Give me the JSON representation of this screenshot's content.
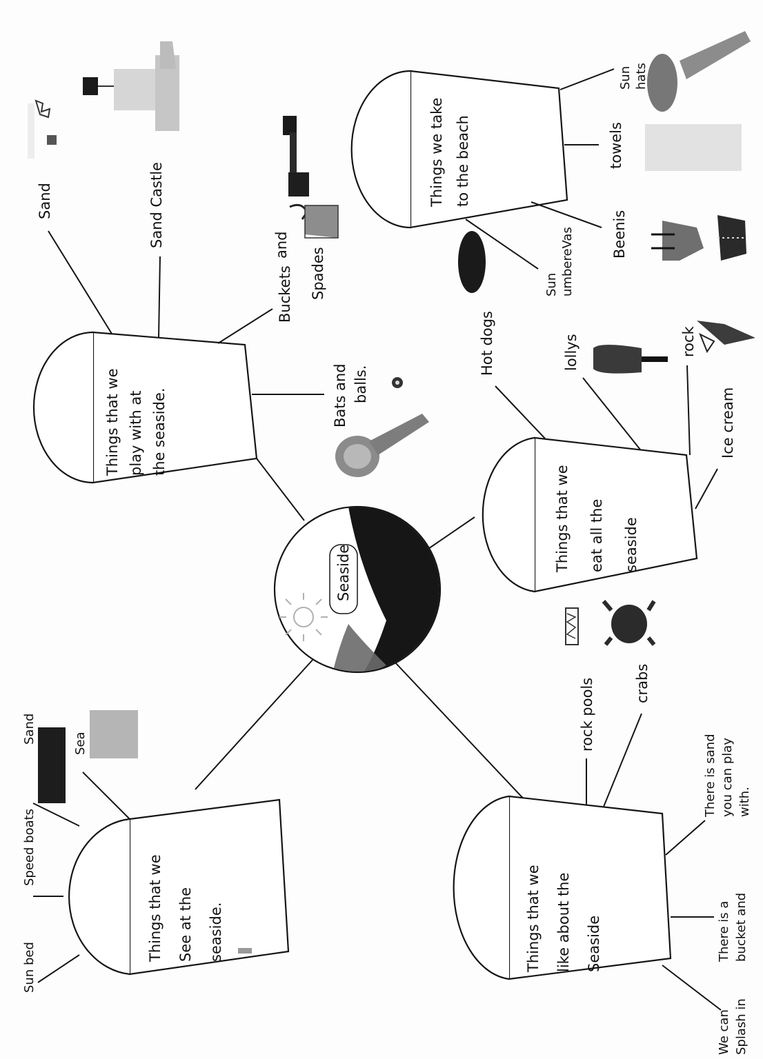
{
  "center": {
    "label": "Seaside"
  },
  "boxes": {
    "play": {
      "lines": [
        "Things that we",
        "play with at",
        "the seaside."
      ]
    },
    "take": {
      "lines": [
        "Things we take",
        "to the beach"
      ]
    },
    "eat": {
      "lines": [
        "Things that we",
        "eat all the",
        "seaside"
      ]
    },
    "see": {
      "lines": [
        "Things that we",
        "See at the",
        "seaside."
      ]
    },
    "like": {
      "lines": [
        "Things that we",
        "like about the",
        "Seaside"
      ]
    }
  },
  "labels": {
    "sand_top": "Sand",
    "sand_castle": "Sand Castle",
    "buckets": "Buckets",
    "and": "and",
    "spades": "Spades",
    "bats_balls_1": "Bats and",
    "bats_balls_2": "balls.",
    "hot_dogs": "Hot dogs",
    "lollys": "lollys",
    "rock": "rock",
    "ice_cream": "Ice cream",
    "sun_umbrellas_1": "Sun",
    "sun_umbrellas_2": "umbereVas",
    "beenis": "Beenis",
    "towels": "towels",
    "sun_hats_1": "Sun",
    "sun_hats_2": "hats",
    "sun_bed": "Sun bed",
    "speed_boats": "Speed boats",
    "sand_left": "Sand",
    "sea": "Sea",
    "rock_pools": "rock pools",
    "crabs": "crabs",
    "there_is_sand_1": "There is sand",
    "there_is_sand_2": "you can play",
    "there_is_sand_3": "with.",
    "bucket_1": "There is a",
    "bucket_2": "bucket and",
    "splash_1": "We can",
    "splash_2": "Splash in"
  },
  "colors": {
    "ink": "#151515",
    "pencil_dark": "#1a1a1a",
    "pencil_mid": "#555555",
    "pencil_light": "#b5b5b5",
    "paper": "#fdfdfd"
  }
}
